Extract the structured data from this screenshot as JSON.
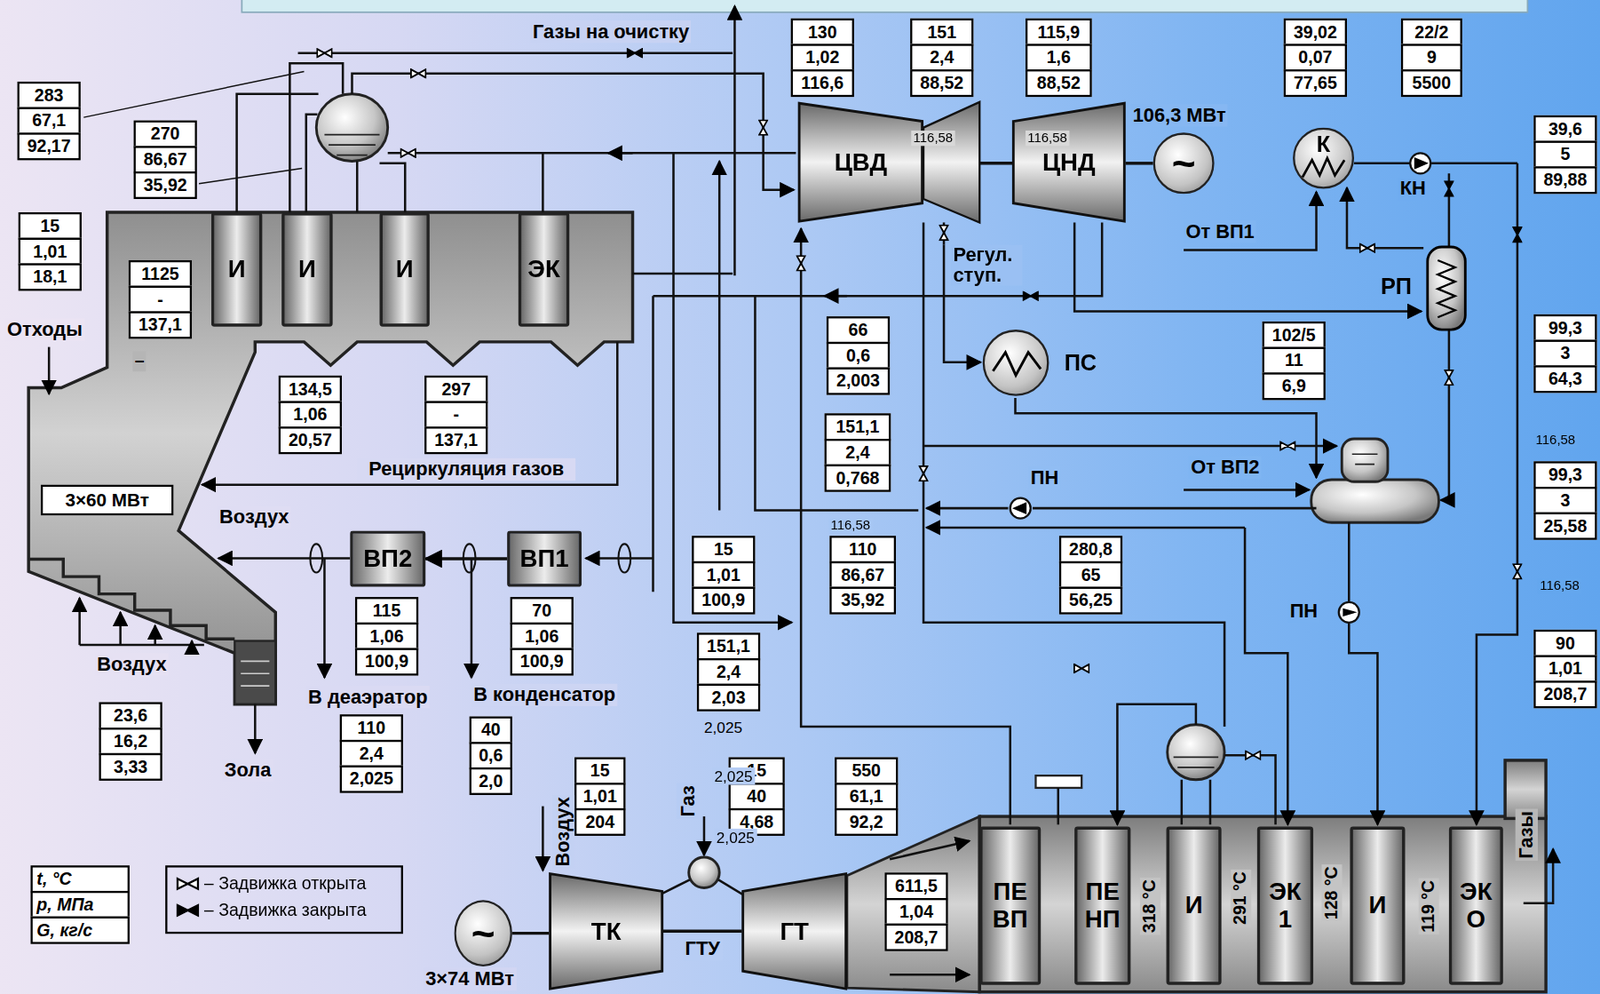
{
  "diagram": {
    "nodes": [
      {
        "text": [
          "130",
          "1,02",
          "116,6"
        ]
      },
      {
        "text": [
          "151",
          "2,4",
          "88,52"
        ]
      },
      {
        "text": [
          "115,9",
          "1,6",
          "88,52"
        ]
      },
      {
        "text": [
          "39,02",
          "0,07",
          "77,65"
        ]
      },
      {
        "text": [
          "22/2",
          "9",
          "5500"
        ]
      },
      {
        "text": [
          "283",
          "67,1",
          "92,17"
        ]
      },
      {
        "text": [
          "270",
          "86,67",
          "35,92"
        ]
      },
      {
        "text": [
          "39,6",
          "5",
          "89,88"
        ]
      },
      {
        "text": [
          "ЦВД"
        ]
      },
      {
        "text": [
          "ЦНД"
        ]
      },
      {
        "text": [
          "~"
        ]
      },
      {
        "text": [
          "К"
        ]
      },
      {
        "text": [
          "15",
          "1,01",
          "18,1"
        ]
      },
      {
        "text": [
          "И"
        ]
      },
      {
        "text": [
          "И"
        ]
      },
      {
        "text": [
          "И"
        ]
      },
      {
        "text": [
          "ЭК"
        ]
      },
      {
        "text": [
          "1125",
          "-",
          "137,1"
        ]
      },
      {
        "text": [
          "РП"
        ]
      },
      {
        "text": [
          "99,3",
          "3",
          "64,3"
        ]
      },
      {
        "text": [
          "66",
          "0,6",
          "2,003"
        ]
      },
      {
        "text": [
          "102/5",
          "11",
          "6,9"
        ]
      },
      {
        "text": [
          "ПС"
        ]
      },
      {
        "text": [
          "134,5",
          "1,06",
          "20,57"
        ]
      },
      {
        "text": [
          "297",
          "-",
          "137,1"
        ]
      },
      {
        "text": [
          "151,1",
          "2,4",
          "0,768"
        ]
      },
      {
        "text": [
          "3×60 МВт"
        ]
      },
      {
        "text": [
          "99,3",
          "3",
          "25,58"
        ]
      },
      {
        "text": [
          "ВП2"
        ]
      },
      {
        "text": [
          "ВП1"
        ]
      },
      {
        "text": [
          "15",
          "1,01",
          "100,9"
        ]
      },
      {
        "text": [
          "110",
          "86,67",
          "35,92"
        ]
      },
      {
        "text": [
          "280,8",
          "65",
          "56,25"
        ]
      },
      {
        "text": [
          "115",
          "1,06",
          "100,9"
        ]
      },
      {
        "text": [
          "70",
          "1,06",
          "100,9"
        ]
      },
      {
        "text": [
          "90",
          "1,01",
          "208,7"
        ]
      },
      {
        "text": [
          "151,1",
          "2,4",
          "2,03"
        ]
      },
      {
        "text": [
          "23,6",
          "16,2",
          "3,33"
        ]
      },
      {
        "text": [
          "110",
          "2,4",
          "2,025"
        ]
      },
      {
        "text": [
          "40",
          "0,6",
          "2,0"
        ]
      },
      {
        "text": [
          "15",
          "1,01",
          "204"
        ]
      },
      {
        "text": [
          "15",
          "40",
          "4,68"
        ]
      },
      {
        "text": [
          "550",
          "61,1",
          "92,2"
        ]
      },
      {
        "text": [
          "ПЕ ВП"
        ]
      },
      {
        "text": [
          "ПЕ НП"
        ]
      },
      {
        "text": [
          "И"
        ]
      },
      {
        "text": [
          "ЭК 1"
        ]
      },
      {
        "text": [
          "И"
        ]
      },
      {
        "text": [
          "ЭК О"
        ]
      },
      {
        "text": [
          "t, °C",
          "p, МПа",
          "G, кг/с"
        ]
      },
      {
        "text": [
          "611,5",
          "1,04",
          "208,7"
        ]
      },
      {
        "text": [
          "~"
        ]
      },
      {
        "text": [
          "ТК"
        ]
      },
      {
        "text": [
          "ГТ"
        ]
      }
    ],
    "edges": [
      {
        "from": 29,
        "to": 28,
        "arrow": "to"
      },
      {
        "from": 9,
        "to": 10,
        "arrow": "none"
      },
      {
        "from": 51,
        "to": 52,
        "arrow": "none"
      },
      {
        "from": 52,
        "to": 53,
        "arrow": "none",
        "label": "ГТУ"
      }
    ],
    "labels": [
      "Газы на очистку",
      "106,3 МВт",
      "От ВП1",
      "КН",
      "Регул. ступ.",
      "От ВП2",
      "ПН",
      "ПН",
      "Рециркуляция газов",
      "Отходы",
      "Воздух",
      "Воздух",
      "Зола",
      "В деаэратор",
      "В конденсатор",
      "2,025",
      "2,025",
      "2,025",
      "116,58",
      "116,58",
      "116,58",
      "116,58",
      "116,58",
      "3×74 МВт",
      "Воздух",
      "Газ",
      "Газы",
      "318 °С",
      "291 °С",
      "128 °С",
      "119 °С",
      "–"
    ],
    "legend": [
      {
        "text": "– Задвижка открыта"
      },
      {
        "text": "– Задвижка закрыта"
      }
    ]
  }
}
